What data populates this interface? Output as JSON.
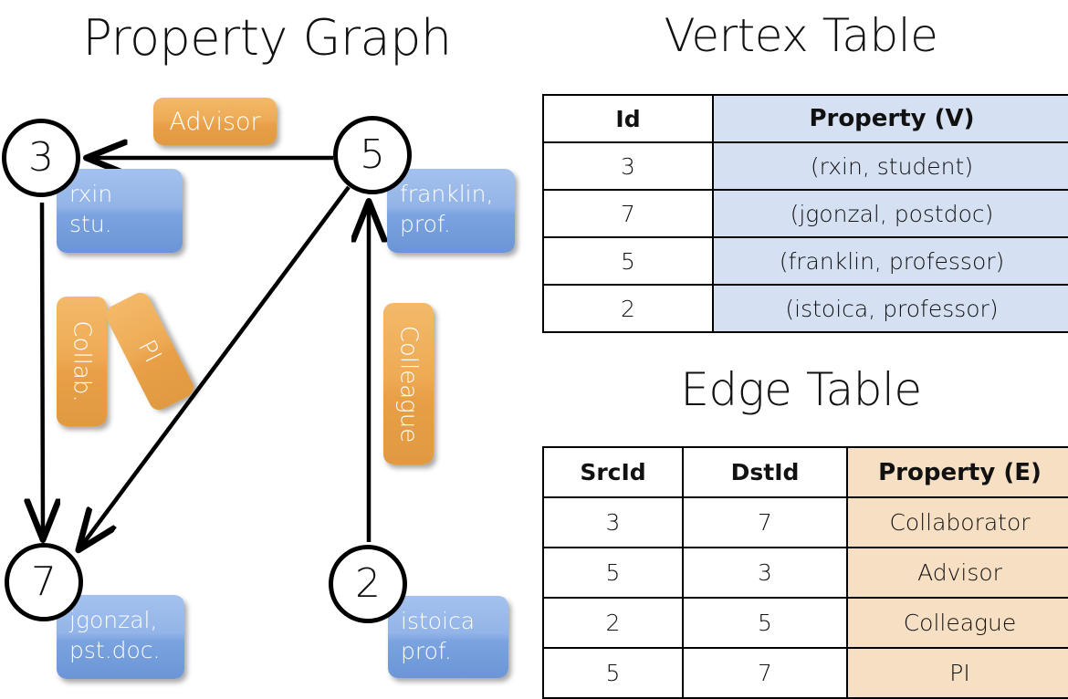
{
  "graph_panel": {
    "title": "Property Graph",
    "nodes": [
      {
        "id": "3",
        "property_label": "rxin\nstu."
      },
      {
        "id": "5",
        "property_label": "franklin,\nprof."
      },
      {
        "id": "7",
        "property_label": "jgonzal,\npst.doc."
      },
      {
        "id": "2",
        "property_label": "istoica\nprof."
      }
    ],
    "edge_labels": [
      {
        "name": "advisor",
        "text": "Advisor"
      },
      {
        "name": "collab",
        "text": "Collab."
      },
      {
        "name": "pi",
        "text": "PI"
      },
      {
        "name": "colleague",
        "text": "Colleague"
      }
    ],
    "edges": [
      {
        "src": "5",
        "dst": "3",
        "label": "Advisor"
      },
      {
        "src": "3",
        "dst": "7",
        "label": "Collab."
      },
      {
        "src": "5",
        "dst": "7",
        "label": "PI"
      },
      {
        "src": "2",
        "dst": "5",
        "label": "Colleague"
      }
    ]
  },
  "vertex_table": {
    "title": "Vertex Table",
    "columns": [
      "Id",
      "Property (V)"
    ],
    "rows": [
      {
        "id": "3",
        "property": "(rxin, student)"
      },
      {
        "id": "7",
        "property": "(jgonzal, postdoc)"
      },
      {
        "id": "5",
        "property": "(franklin, professor)"
      },
      {
        "id": "2",
        "property": "(istoica, professor)"
      }
    ]
  },
  "edge_table": {
    "title": "Edge Table",
    "columns": [
      "SrcId",
      "DstId",
      "Property (E)"
    ],
    "rows": [
      {
        "src": "3",
        "dst": "7",
        "property": "Collaborator"
      },
      {
        "src": "5",
        "dst": "3",
        "property": "Advisor"
      },
      {
        "src": "2",
        "dst": "5",
        "property": "Colleague"
      },
      {
        "src": "5",
        "dst": "7",
        "property": "PI"
      }
    ]
  },
  "colors": {
    "vertex_property_fill": "#d5e1f2",
    "edge_property_fill": "#f7dfc4",
    "node_property_box": "#7ba3e0",
    "edge_label_box": "#eeab56",
    "stroke": "#000000"
  }
}
